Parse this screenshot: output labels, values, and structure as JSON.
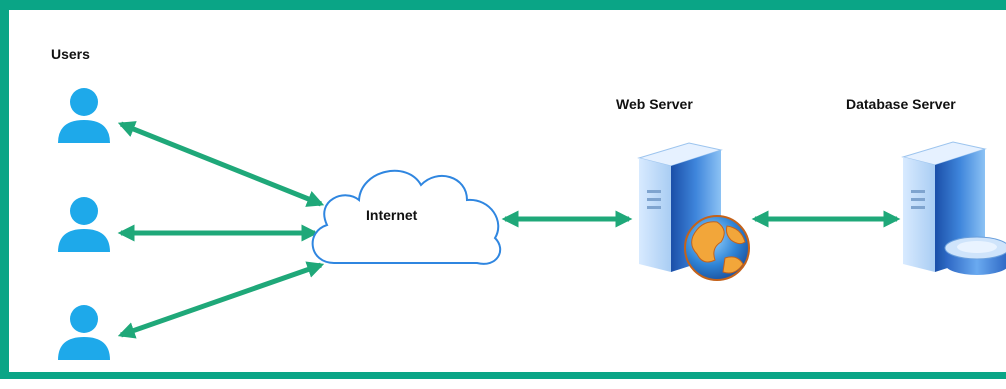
{
  "labels": {
    "users": "Users",
    "internet": "Internet",
    "web_server": "Web Server",
    "database_server": "Database Server"
  },
  "users": [
    {
      "icon": "user-icon"
    },
    {
      "icon": "user-icon"
    },
    {
      "icon": "user-icon"
    }
  ],
  "colors": {
    "frame": "#0aa586",
    "arrow": "#1fa879",
    "user": "#1ea9ea",
    "cloud_stroke": "#2f86e0",
    "server": "#2d6ec9"
  }
}
